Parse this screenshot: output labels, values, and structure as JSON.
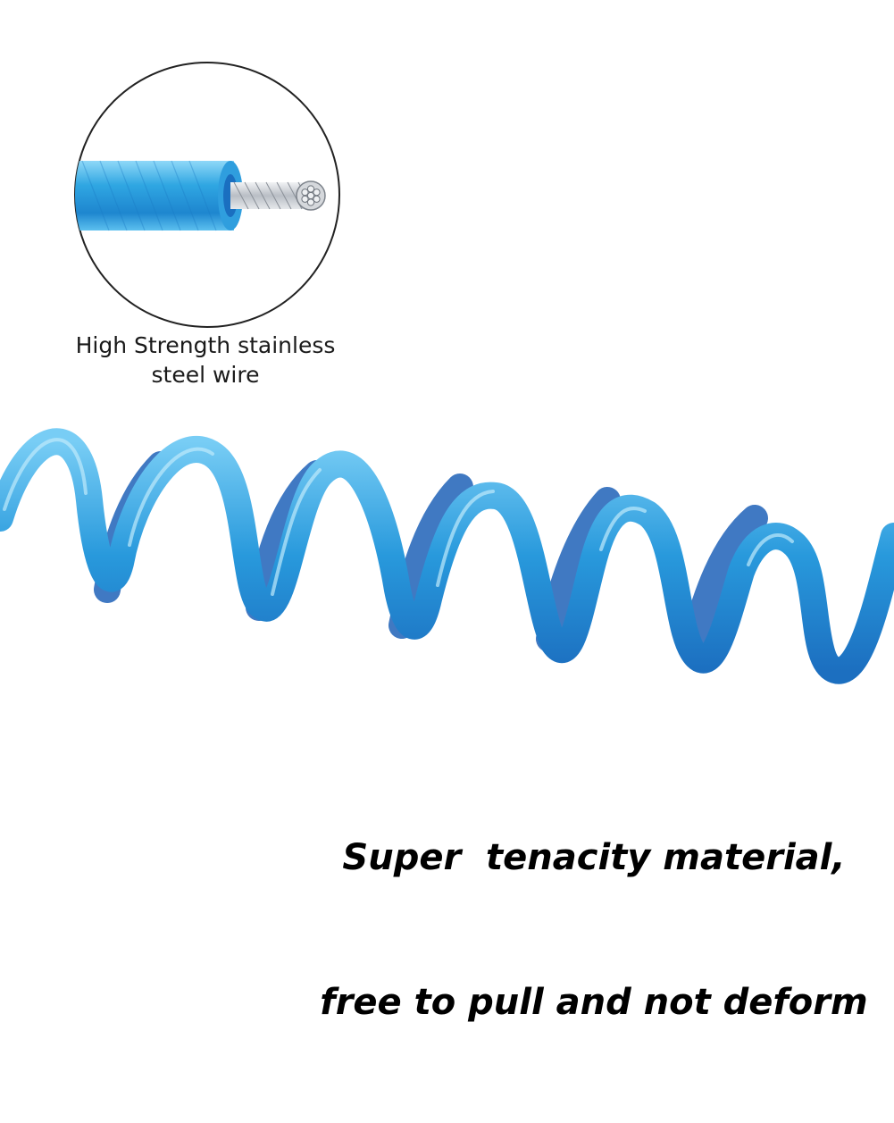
{
  "colors": {
    "background": "#ffffff",
    "wire_blue": "#2aa0df",
    "wire_dark": "#1a6fc0",
    "wire_light": "#7fd0f5",
    "steel": "#c9cdd2",
    "text": "#000000"
  },
  "inset": {
    "caption_line1": "High Strength stainless",
    "caption_line2": "steel wire"
  },
  "headline": {
    "line1": "Super  tenacity material,",
    "line2": "free to pull and not deform"
  }
}
